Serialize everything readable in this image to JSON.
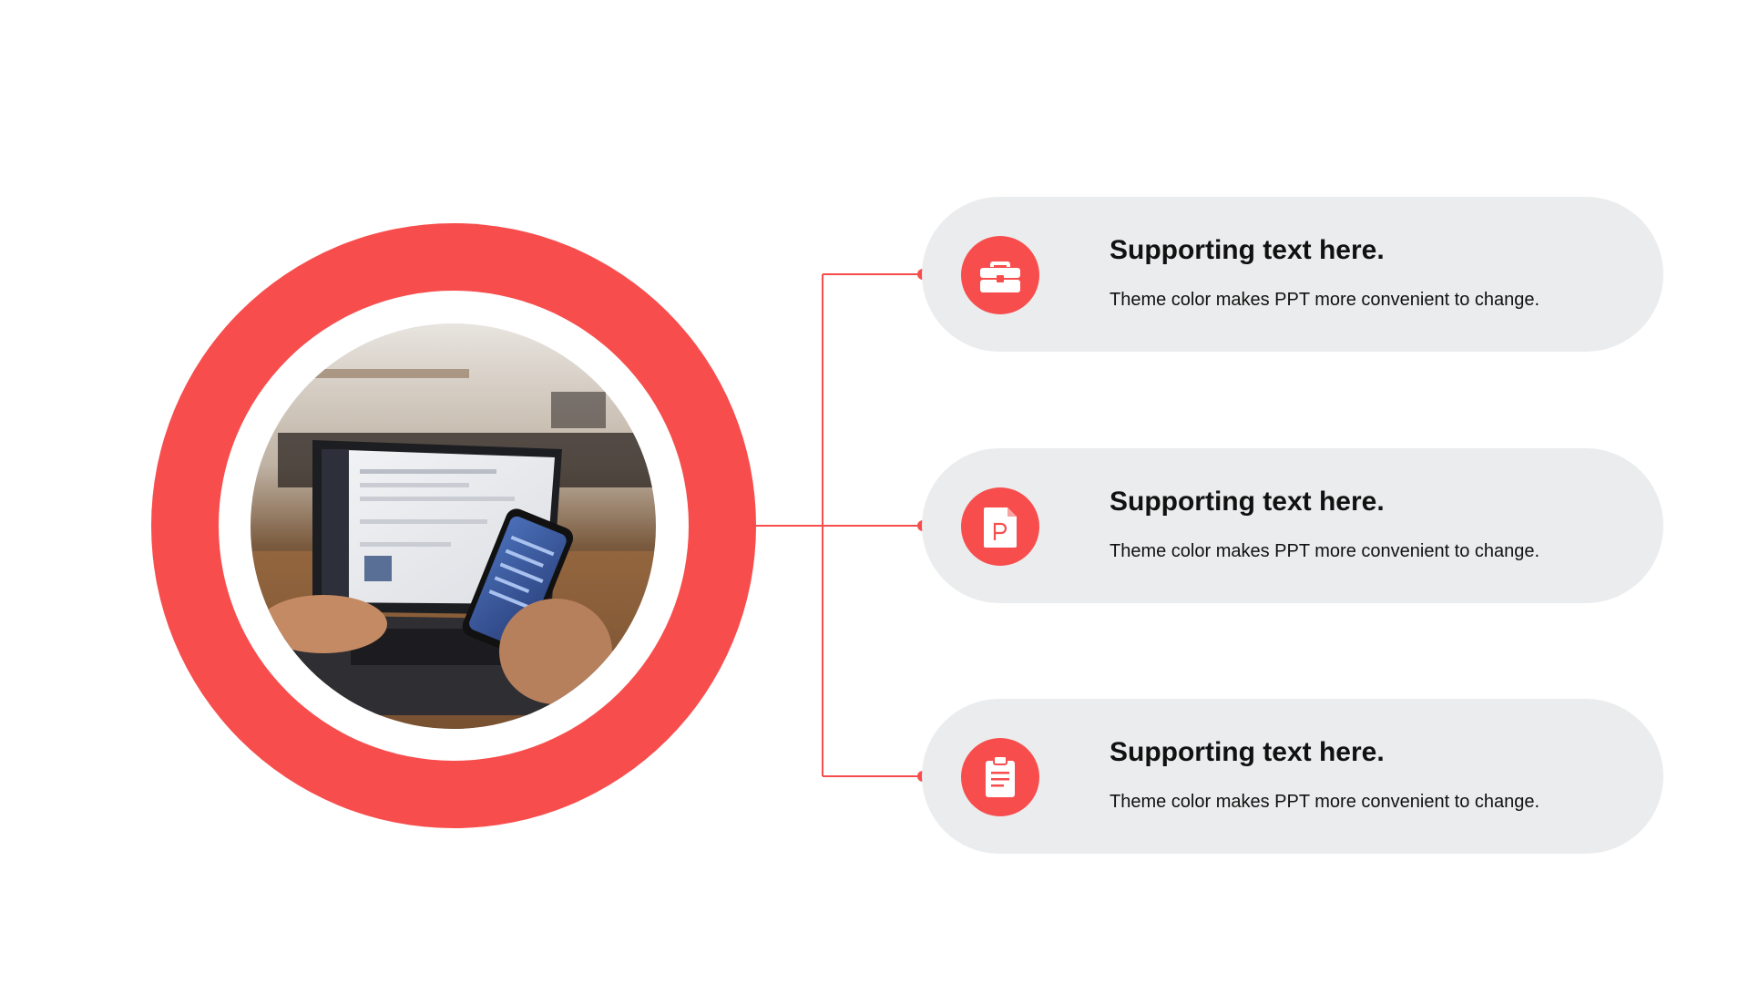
{
  "colors": {
    "accent": "#F74D4D",
    "card_background": "#EBECED",
    "text": "#111111"
  },
  "photo": {
    "icon": "laptop-and-phone-photo"
  },
  "items": [
    {
      "icon": "briefcase-icon",
      "title": "Supporting text here.",
      "description": "Theme  color makes  PPT more convenient  to change."
    },
    {
      "icon": "document-p-icon",
      "title": "Supporting text here.",
      "description": "Theme  color makes  PPT more convenient  to change."
    },
    {
      "icon": "clipboard-icon",
      "title": "Supporting text here.",
      "description": "Theme  color makes  PPT more convenient  to change."
    }
  ]
}
